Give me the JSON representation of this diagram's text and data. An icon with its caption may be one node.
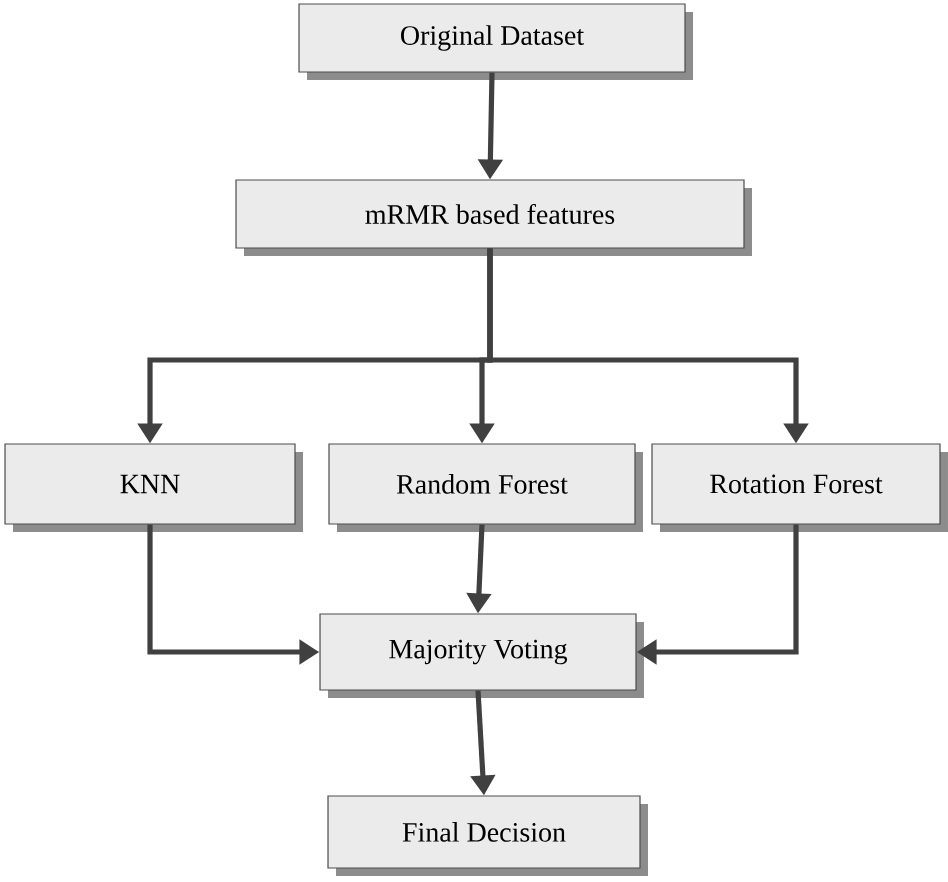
{
  "diagram": {
    "nodes": [
      {
        "text": [
          "Original Dataset"
        ]
      },
      {
        "text": [
          "mRMR based features"
        ]
      },
      {
        "text": [
          "KNN"
        ]
      },
      {
        "text": [
          "Random Forest"
        ]
      },
      {
        "text": [
          "Rotation Forest"
        ]
      },
      {
        "text": [
          "Majority Voting"
        ]
      },
      {
        "text": [
          "Final Decision"
        ]
      }
    ],
    "edges": [
      {
        "from": 0,
        "to": 1,
        "arrow": "to"
      },
      {
        "from": 1,
        "to": 2,
        "arrow": "to"
      },
      {
        "from": 1,
        "to": 3,
        "arrow": "to"
      },
      {
        "from": 1,
        "to": 4,
        "arrow": "to"
      },
      {
        "from": 2,
        "to": 5,
        "arrow": "to"
      },
      {
        "from": 3,
        "to": 5,
        "arrow": "to"
      },
      {
        "from": 4,
        "to": 5,
        "arrow": "to"
      },
      {
        "from": 5,
        "to": 6,
        "arrow": "to"
      }
    ]
  }
}
